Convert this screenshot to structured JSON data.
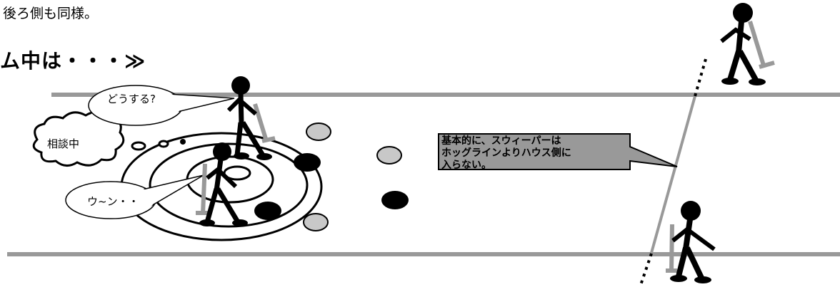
{
  "note_top": "後ろ側も同様。",
  "heading": "ム中は・・・≫",
  "bubbles": {
    "speech_top": "どうする?",
    "thought": "相談中",
    "speech_bottom": "ウ~ン・・"
  },
  "callout": {
    "line1": "基本的に、スウィーパーは",
    "line2": "ホッグラインよりハウス側に",
    "line3": "入らない。"
  },
  "colors": {
    "sheet_line": "#999999",
    "callout_fill": "#999999",
    "stone_gray": "#c8c8c8",
    "stone_black": "#000000"
  }
}
